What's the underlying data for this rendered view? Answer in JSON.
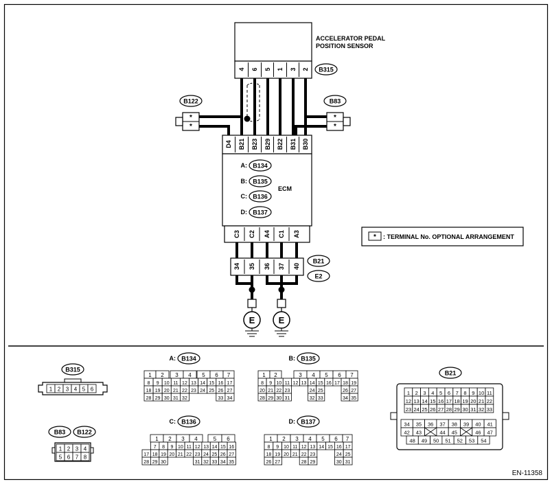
{
  "sensor": {
    "title_line1": "ACCELERATOR PEDAL",
    "title_line2": "POSITION SENSOR",
    "connector": "B315"
  },
  "sensor_pins": [
    "4",
    "6",
    "5",
    "1",
    "3",
    "2"
  ],
  "ecm": {
    "label": "ECM",
    "connectors": [
      {
        "letter": "A:",
        "id": "B134"
      },
      {
        "letter": "B:",
        "id": "B135"
      },
      {
        "letter": "C:",
        "id": "B136"
      },
      {
        "letter": "D:",
        "id": "B137"
      }
    ],
    "top_pins": [
      "D4",
      "B21",
      "B23",
      "B29",
      "B22",
      "B31",
      "B30"
    ],
    "bottom_pins": [
      "C3",
      "C2",
      "A4",
      "C1",
      "A3"
    ]
  },
  "left_conn": {
    "id": "B122",
    "pins": [
      "*",
      "*"
    ]
  },
  "right_conn": {
    "id": "B83",
    "pins": [
      "*",
      "*"
    ]
  },
  "ground_conn": {
    "id1": "B21",
    "id2": "E2",
    "pins": [
      "34",
      "35",
      "36",
      "37",
      "40"
    ],
    "ground_label": "E"
  },
  "legend": {
    "symbol": "*",
    "text": ": TERMINAL No. OPTIONAL ARRANGEMENT"
  },
  "footer_id": "EN-11358",
  "views": {
    "b315": {
      "id": "B315",
      "rows": [
        [
          "1",
          "2",
          "3",
          "4",
          "5",
          "6"
        ]
      ]
    },
    "b83_b122": {
      "id1": "B83",
      "id2": "B122",
      "rows": [
        [
          "1",
          "2",
          "3",
          "4"
        ],
        [
          "5",
          "6",
          "7",
          "8"
        ]
      ]
    },
    "b134": {
      "label": "A:",
      "id": "B134",
      "rows": [
        [
          "1",
          "2",
          "3",
          "4",
          "5",
          "6",
          "7"
        ],
        [
          "8",
          "9",
          "10",
          "11",
          "12",
          "13",
          "14",
          "15",
          "16",
          "17"
        ],
        [
          "18",
          "19",
          "20",
          "21",
          "22",
          "23",
          "24",
          "25",
          "26",
          "27"
        ],
        [
          "28",
          "29",
          "30",
          "31",
          "32",
          "",
          "",
          "",
          "33",
          "34"
        ]
      ]
    },
    "b135": {
      "label": "B:",
      "id": "B135",
      "rows": [
        [
          "1",
          "2",
          "",
          "3",
          "4",
          "5",
          "6",
          "7"
        ],
        [
          "8",
          "9",
          "10",
          "11",
          "12",
          "13",
          "14",
          "15",
          "16",
          "17",
          "18",
          "19"
        ],
        [
          "20",
          "21",
          "22",
          "23",
          "",
          "",
          "24",
          "25",
          "",
          "",
          "26",
          "27"
        ],
        [
          "28",
          "29",
          "30",
          "31",
          "",
          "",
          "32",
          "33",
          "",
          "",
          "34",
          "35"
        ]
      ]
    },
    "b136": {
      "label": "C:",
      "id": "B136",
      "rows": [
        [
          "1",
          "2",
          "3",
          "4",
          "",
          "5",
          "6"
        ],
        [
          "7",
          "8",
          "9",
          "10",
          "11",
          "12",
          "13",
          "14",
          "15",
          "16"
        ],
        [
          "17",
          "18",
          "19",
          "20",
          "21",
          "22",
          "23",
          "24",
          "25",
          "26",
          "27"
        ],
        [
          "28",
          "29",
          "30",
          "",
          "",
          "",
          "31",
          "32",
          "33",
          "34",
          "35"
        ]
      ]
    },
    "b137": {
      "label": "D:",
      "id": "B137",
      "rows": [
        [
          "1",
          "2",
          "3",
          "4",
          "5",
          "6",
          "7"
        ],
        [
          "8",
          "9",
          "10",
          "11",
          "12",
          "13",
          "14",
          "15",
          "16",
          "17"
        ],
        [
          "18",
          "19",
          "20",
          "21",
          "22",
          "23",
          "",
          "",
          "24",
          "25"
        ],
        [
          "26",
          "27",
          "",
          "",
          "28",
          "29",
          "",
          "",
          "30",
          "31"
        ]
      ]
    },
    "b21": {
      "id": "B21",
      "rows": [
        [
          "1",
          "2",
          "3",
          "4",
          "5",
          "6",
          "7",
          "8",
          "9",
          "10",
          "11"
        ],
        [
          "12",
          "13",
          "14",
          "15",
          "16",
          "17",
          "18",
          "19",
          "20",
          "21",
          "22"
        ],
        [
          "23",
          "24",
          "25",
          "26",
          "27",
          "28",
          "29",
          "30",
          "31",
          "32",
          "33"
        ],
        [
          "34",
          "35",
          "36",
          "37",
          "38",
          "39",
          "40",
          "41"
        ],
        [
          "42",
          "43",
          "44",
          "45",
          "46",
          "47"
        ],
        [
          "48",
          "49",
          "50",
          "51",
          "52",
          "53",
          "54"
        ]
      ]
    }
  }
}
